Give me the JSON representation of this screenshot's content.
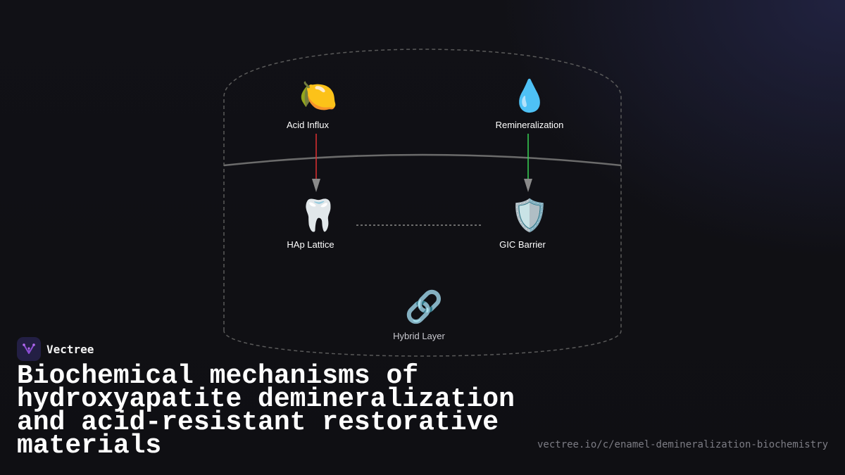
{
  "brand": {
    "name": "Vectree",
    "logo_icon": "vectree-logo-icon",
    "logo_color": "#8e4dd6"
  },
  "title": "Biochemical mechanisms of hydroxyapatite demineralization and acid-resistant restorative materials",
  "url": "vectree.io/c/enamel-demineralization-biochemistry",
  "diagram": {
    "nodes": [
      {
        "id": "acid",
        "icon": "lemon-icon",
        "glyph": "🍋",
        "label": "Acid Influx"
      },
      {
        "id": "remin",
        "icon": "droplet-icon",
        "glyph": "💧",
        "label": "Remineralization"
      },
      {
        "id": "hap",
        "icon": "tooth-icon",
        "glyph": "🦷",
        "label": "HAp Lattice"
      },
      {
        "id": "gic",
        "icon": "shield-icon",
        "glyph": "🛡️",
        "label": "GIC Barrier"
      },
      {
        "id": "hybrid",
        "icon": "link-icon",
        "glyph": "🔗",
        "label": "Hybrid Layer"
      }
    ],
    "edges": [
      {
        "from": "acid",
        "to": "hap",
        "color": "#e03131"
      },
      {
        "from": "remin",
        "to": "gic",
        "color": "#37d455"
      },
      {
        "from": "hap",
        "to": "gic",
        "style": "dotted"
      }
    ],
    "colors": {
      "arrowhead": "#8a8a8a",
      "boundary": "#5a5a5a",
      "divider": "#6b6b6b"
    }
  }
}
